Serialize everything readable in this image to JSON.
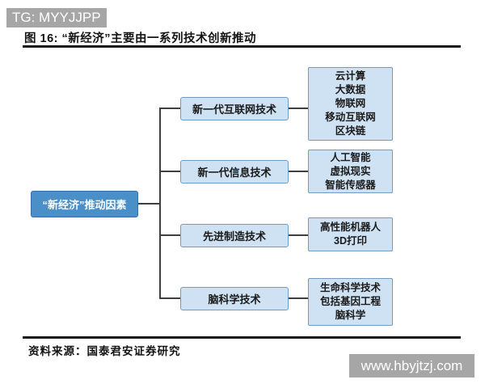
{
  "banner": {
    "label": "TG: MYYJJPP",
    "bg_color": "#a6a6a6",
    "text_color": "#ffffff"
  },
  "figure": {
    "title": "图 16: “新经济”主要由一系列技术创新推动",
    "source": "资料来源：国泰君安证券研究"
  },
  "diagram": {
    "root": {
      "label": "“新经济”推动因素"
    },
    "branches": [
      {
        "label": "新一代互联网技术",
        "items": [
          "云计算",
          "大数据",
          "物联网",
          "移动互联网",
          "区块链"
        ]
      },
      {
        "label": "新一代信息技术",
        "items": [
          "人工智能",
          "虚拟现实",
          "智能传感器"
        ]
      },
      {
        "label": "先进制造技术",
        "items": [
          "高性能机器人",
          "3D打印"
        ]
      },
      {
        "label": "脑科学技术",
        "items": [
          "生命科学技术",
          "包括基因工程",
          "脑科学"
        ]
      }
    ]
  },
  "watermark": {
    "label": "www.hbyjtzj.com",
    "bg_color": "#a6a6a6"
  },
  "colors": {
    "root_fill": "#4a8fc7",
    "root_border": "#366fa6",
    "node_fill": "#cfe2f3",
    "node_border": "#6f9bc5",
    "connector": "#3f3f3f",
    "rule": "#1a1a1a"
  }
}
